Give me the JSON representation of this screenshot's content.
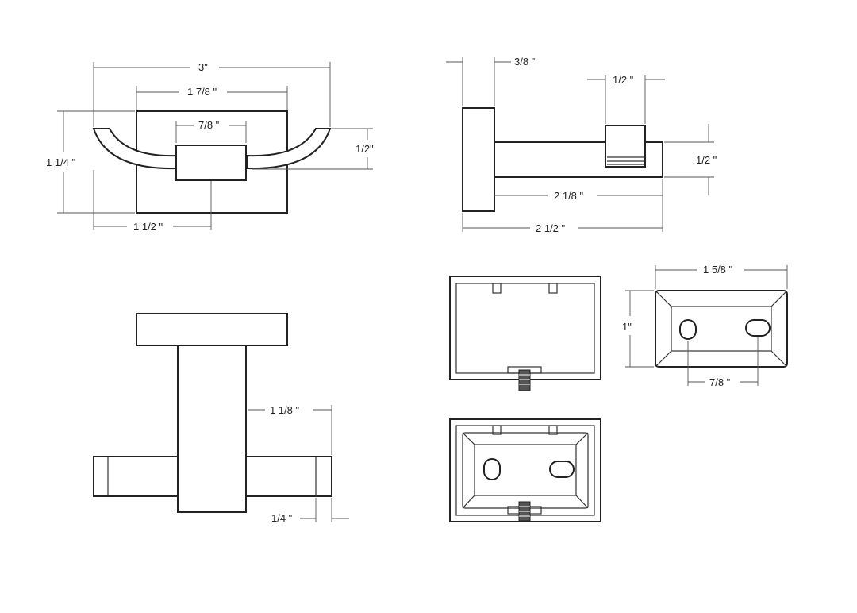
{
  "dimensions": {
    "front_width": "3\"",
    "front_plate_width": "1 7/8 \"",
    "front_knob_width": "7/8 \"",
    "front_height": "1 1/4 \"",
    "front_hook_height": "1/2\"",
    "front_half_width": "1 1/2 \"",
    "side_plate_depth": "3/8 \"",
    "side_knob_width": "1/2 \"",
    "side_arm_height": "1/2 \"",
    "side_arm_length": "2 1/8 \"",
    "side_total_depth": "2 1/2 \"",
    "top_arm_length": "1 1/8 \"",
    "top_end_cap": "1/4 \"",
    "base_width": "1 5/8 \"",
    "base_height": "1\"",
    "base_hole_spacing": "7/8 \""
  },
  "colors": {
    "line": "#222222",
    "dimension": "#555555",
    "background": "#ffffff"
  }
}
